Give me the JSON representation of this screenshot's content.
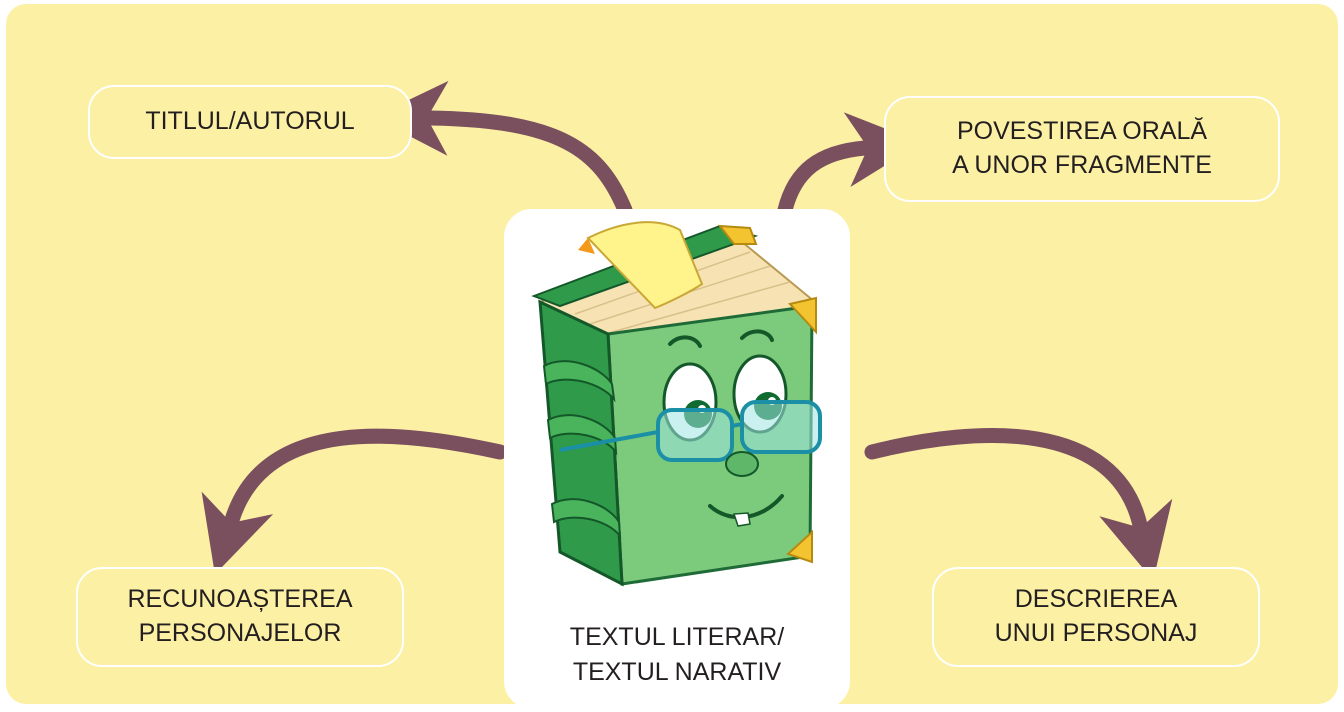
{
  "center": {
    "line1": "TEXTUL LITERAR/",
    "line2": "TEXTUL NARATIV",
    "icon": "book-with-glasses-icon"
  },
  "branches": {
    "top_left": {
      "line1": "TITLUL/AUTORUL"
    },
    "top_right": {
      "line1": "POVESTIREA ORALĂ",
      "line2": "A UNOR FRAGMENTE"
    },
    "bottom_left": {
      "line1": "RECUNOAȘTEREA",
      "line2": "PERSONAJELOR"
    },
    "bottom_right": {
      "line1": "DESCRIEREA",
      "line2": "UNUI PERSONAJ"
    }
  },
  "colors": {
    "background": "#fcf0a5",
    "arrow": "#7a4f5e",
    "box_border": "#ffffff",
    "text": "#231f20"
  }
}
